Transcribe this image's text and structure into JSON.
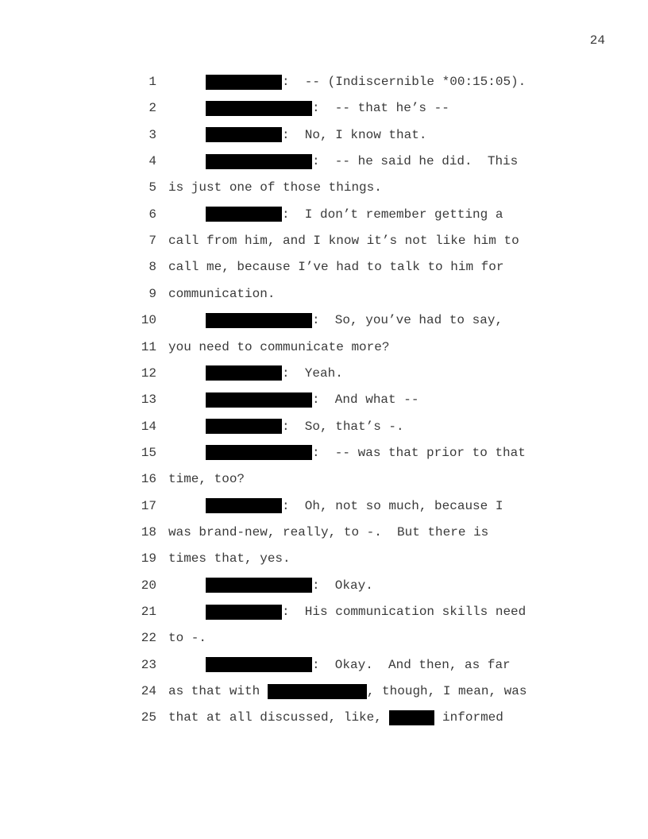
{
  "page_number": "24",
  "lines": [
    {
      "num": "1",
      "speaker": true,
      "parts": [
        {
          "r": "short"
        },
        {
          "t": ":  -- (Indiscernible *00:15:05)."
        }
      ]
    },
    {
      "num": "2",
      "speaker": true,
      "parts": [
        {
          "r": "long"
        },
        {
          "t": ":  -- that he’s --"
        }
      ]
    },
    {
      "num": "3",
      "speaker": true,
      "parts": [
        {
          "r": "short"
        },
        {
          "t": ":  No, I know that."
        }
      ]
    },
    {
      "num": "4",
      "speaker": true,
      "parts": [
        {
          "r": "long"
        },
        {
          "t": ":  -- he said he did.  This"
        }
      ]
    },
    {
      "num": "5",
      "speaker": false,
      "parts": [
        {
          "t": "is just one of those things."
        }
      ]
    },
    {
      "num": "6",
      "speaker": true,
      "parts": [
        {
          "r": "short"
        },
        {
          "t": ":  I don’t remember getting a"
        }
      ]
    },
    {
      "num": "7",
      "speaker": false,
      "parts": [
        {
          "t": "call from him, and I know it’s not like him to"
        }
      ]
    },
    {
      "num": "8",
      "speaker": false,
      "parts": [
        {
          "t": "call me, because I’ve had to talk to him for"
        }
      ]
    },
    {
      "num": "9",
      "speaker": false,
      "parts": [
        {
          "t": "communication."
        }
      ]
    },
    {
      "num": "10",
      "speaker": true,
      "parts": [
        {
          "r": "long"
        },
        {
          "t": ":  So, you’ve had to say,"
        }
      ]
    },
    {
      "num": "11",
      "speaker": false,
      "parts": [
        {
          "t": "you need to communicate more?"
        }
      ]
    },
    {
      "num": "12",
      "speaker": true,
      "parts": [
        {
          "r": "short"
        },
        {
          "t": ":  Yeah."
        }
      ]
    },
    {
      "num": "13",
      "speaker": true,
      "parts": [
        {
          "r": "long"
        },
        {
          "t": ":  And what --"
        }
      ]
    },
    {
      "num": "14",
      "speaker": true,
      "parts": [
        {
          "r": "short"
        },
        {
          "t": ":  So, that’s -."
        }
      ]
    },
    {
      "num": "15",
      "speaker": true,
      "parts": [
        {
          "r": "long"
        },
        {
          "t": ":  -- was that prior to that"
        }
      ]
    },
    {
      "num": "16",
      "speaker": false,
      "parts": [
        {
          "t": "time, too?"
        }
      ]
    },
    {
      "num": "17",
      "speaker": true,
      "parts": [
        {
          "r": "short"
        },
        {
          "t": ":  Oh, not so much, because I"
        }
      ]
    },
    {
      "num": "18",
      "speaker": false,
      "parts": [
        {
          "t": "was brand-new, really, to -.  But there is"
        }
      ]
    },
    {
      "num": "19",
      "speaker": false,
      "parts": [
        {
          "t": "times that, yes."
        }
      ]
    },
    {
      "num": "20",
      "speaker": true,
      "parts": [
        {
          "r": "long"
        },
        {
          "t": ":  Okay."
        }
      ]
    },
    {
      "num": "21",
      "speaker": true,
      "parts": [
        {
          "r": "short"
        },
        {
          "t": ":  His communication skills need"
        }
      ]
    },
    {
      "num": "22",
      "speaker": false,
      "parts": [
        {
          "t": "to -."
        }
      ]
    },
    {
      "num": "23",
      "speaker": true,
      "parts": [
        {
          "r": "long"
        },
        {
          "t": ":  Okay.  And then, as far"
        }
      ]
    },
    {
      "num": "24",
      "speaker": false,
      "parts": [
        {
          "t": "as that with "
        },
        {
          "r": "mid"
        },
        {
          "t": ", though, I mean, was"
        }
      ]
    },
    {
      "num": "25",
      "speaker": false,
      "parts": [
        {
          "t": "that at all discussed, like, "
        },
        {
          "r": "small"
        },
        {
          "t": " informed"
        }
      ]
    }
  ]
}
